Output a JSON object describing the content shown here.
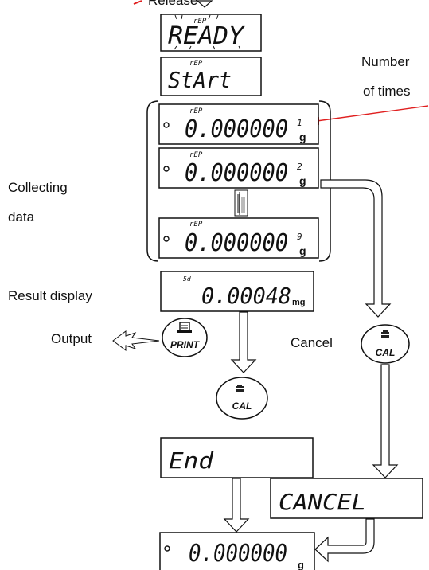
{
  "top": {
    "release": "Release"
  },
  "displays": {
    "ready": "READY",
    "start": "StArt",
    "rep": "rEP",
    "zero": "0.000000",
    "zero_end": "0.000000",
    "counts": [
      "1",
      "2",
      "9"
    ],
    "unit_g": "g",
    "sd_flag": "5d",
    "result": "0.00048",
    "result_unit": "mg",
    "end": "End",
    "cancel": "CANCEL"
  },
  "labels": {
    "number": "Number",
    "of_times": "of times",
    "collecting": "Collecting",
    "data": "data",
    "result_display": "Result display",
    "output": "Output",
    "cancel": "Cancel"
  },
  "keys": {
    "print": "PRINT",
    "cal": "CAL"
  },
  "colors": {
    "accent": "#e02020",
    "ink": "#111111"
  }
}
